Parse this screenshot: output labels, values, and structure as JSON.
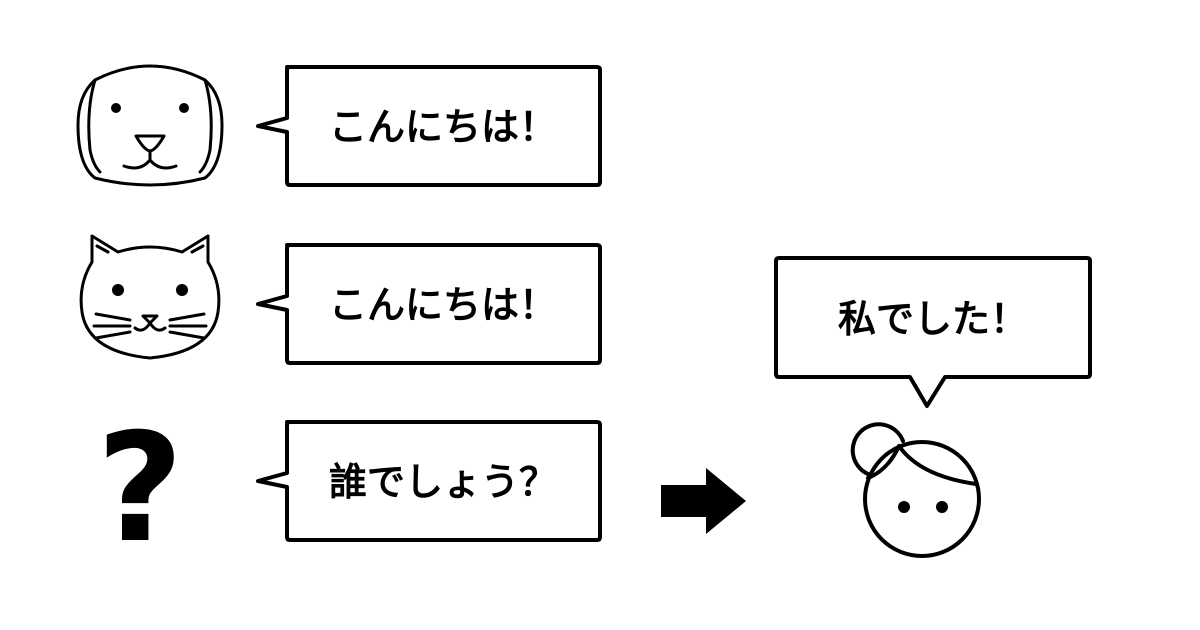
{
  "speakers": [
    {
      "icon": "dog-face-icon",
      "speech": "こんにちは！"
    },
    {
      "icon": "cat-face-icon",
      "speech": "こんにちは！"
    },
    {
      "icon": "question-mark-icon",
      "symbol": "?",
      "speech": "誰でしょう？"
    }
  ],
  "answer": {
    "icon": "girl-face-icon",
    "speech": "私でした！"
  },
  "connector": {
    "icon": "right-arrow-icon"
  },
  "colors": {
    "ink": "#000000",
    "background": "#ffffff"
  }
}
